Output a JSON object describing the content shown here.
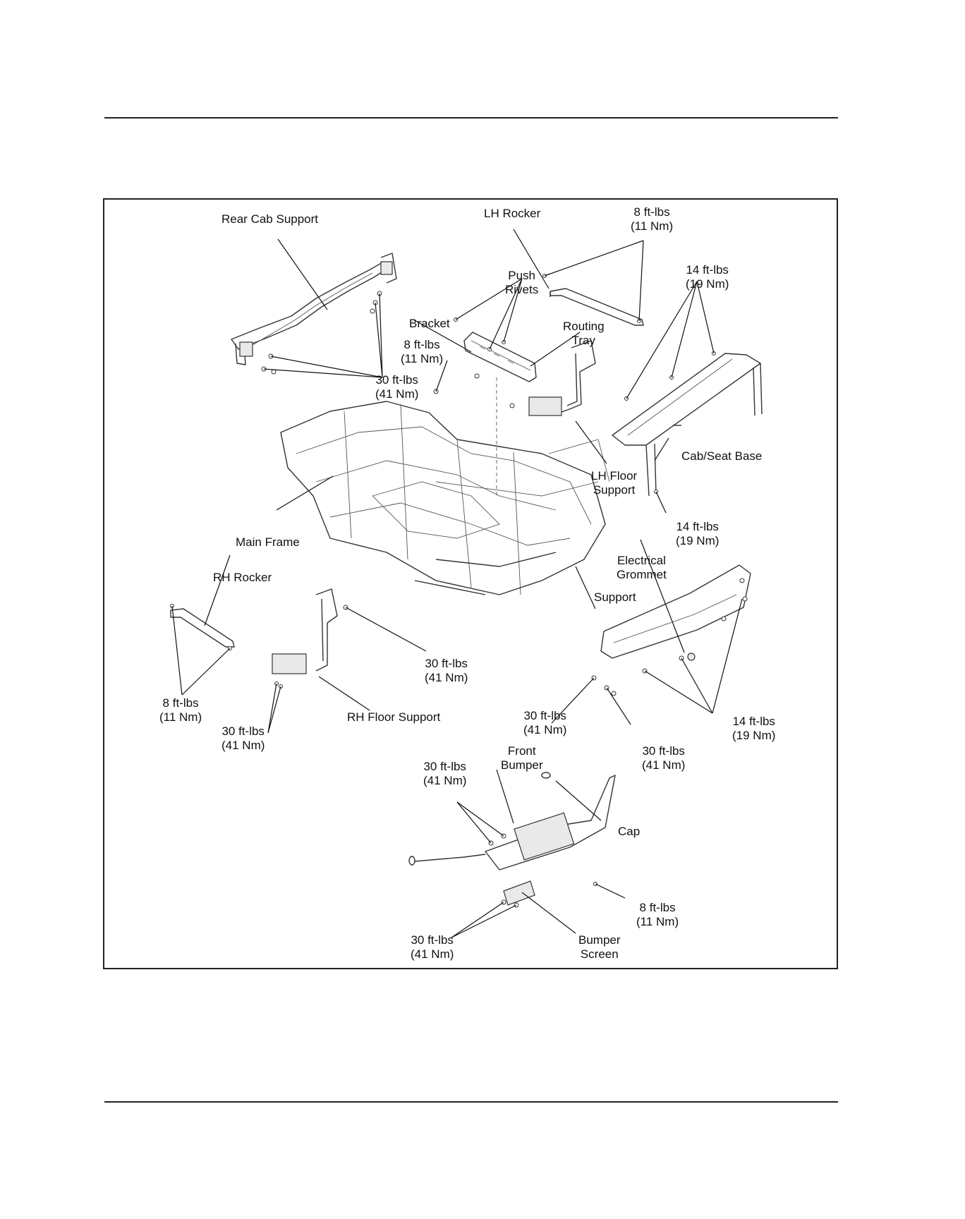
{
  "labels": {
    "rear_cab_support": "Rear Cab Support",
    "lh_rocker": "LH Rocker",
    "torque_8_top": [
      "8 ft-lbs",
      "(11 Nm)"
    ],
    "push_rivets": [
      "Push",
      "Rivets"
    ],
    "torque_14_top": [
      "14 ft-lbs",
      "(19 Nm)"
    ],
    "bracket": "Bracket",
    "routing_tray": [
      "Routing",
      "Tray"
    ],
    "torque_8_bracket": [
      "8 ft-lbs",
      "(11 Nm)"
    ],
    "torque_30_rear": [
      "30 ft-lbs",
      "(41 Nm)"
    ],
    "cab_seat_base": "Cab/Seat Base",
    "lh_floor_support": [
      "LH Floor",
      "Support"
    ],
    "torque_14_seat": [
      "14 ft-lbs",
      "(19 Nm)"
    ],
    "main_frame": "Main Frame",
    "electrical_grommet": [
      "Electrical",
      "Grommet"
    ],
    "rh_rocker": "RH Rocker",
    "support": "Support",
    "torque_30_rh_floor": [
      "30 ft-lbs",
      "(41 Nm)"
    ],
    "torque_8_rh_rocker": [
      "8 ft-lbs",
      "(11 Nm)"
    ],
    "torque_30_rh_floor_left": [
      "30 ft-lbs",
      "(41 Nm)"
    ],
    "rh_floor_support": "RH Floor Support",
    "torque_30_support_left": [
      "30 ft-lbs",
      "(41 Nm)"
    ],
    "torque_14_support": [
      "14 ft-lbs",
      "(19 Nm)"
    ],
    "torque_30_support_right": [
      "30 ft-lbs",
      "(41 Nm)"
    ],
    "torque_30_bumper_top": [
      "30 ft-lbs",
      "(41 Nm)"
    ],
    "front_bumper": [
      "Front",
      "Bumper"
    ],
    "cap": "Cap",
    "torque_8_screen": [
      "8 ft-lbs",
      "(11 Nm)"
    ],
    "torque_30_bumper_bottom": [
      "30 ft-lbs",
      "(41 Nm)"
    ],
    "bumper_screen": [
      "Bumper",
      "Screen"
    ]
  }
}
